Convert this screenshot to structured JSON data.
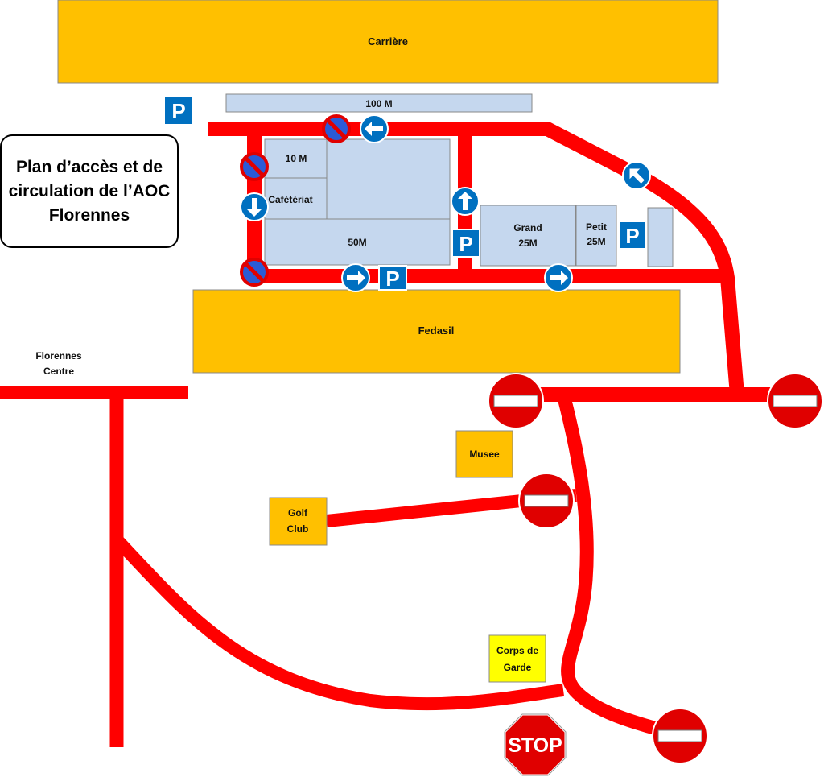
{
  "title": {
    "line1": "Plan d’accès et de",
    "line2": "circulation de l’AOC",
    "line3": "Florennes"
  },
  "zones": {
    "carriere": "Carrière",
    "fedasil": "Fedasil",
    "musee": "Musee",
    "golf_line1": "Golf",
    "golf_line2": "Club",
    "corps_line1": "Corps de",
    "corps_line2": "Garde"
  },
  "buildings": {
    "m100": "100 M",
    "m10": "10 M",
    "cafeteriat": "Cafétériat",
    "m50": "50M",
    "grand_line1": "Grand",
    "grand_line2": "25M",
    "petit_line1": "Petit",
    "petit_line2": "25M"
  },
  "places": {
    "florennes_line1": "Florennes",
    "florennes_line2": "Centre"
  },
  "signs": {
    "parking": "P",
    "stop": "STOP"
  },
  "colors": {
    "road": "#ff0000",
    "zone_orange": "#ffc000",
    "building": "#c5d7ee",
    "sign_blue": "#0070c0",
    "sign_red": "#e00000",
    "corps_yellow": "#ffff00"
  }
}
